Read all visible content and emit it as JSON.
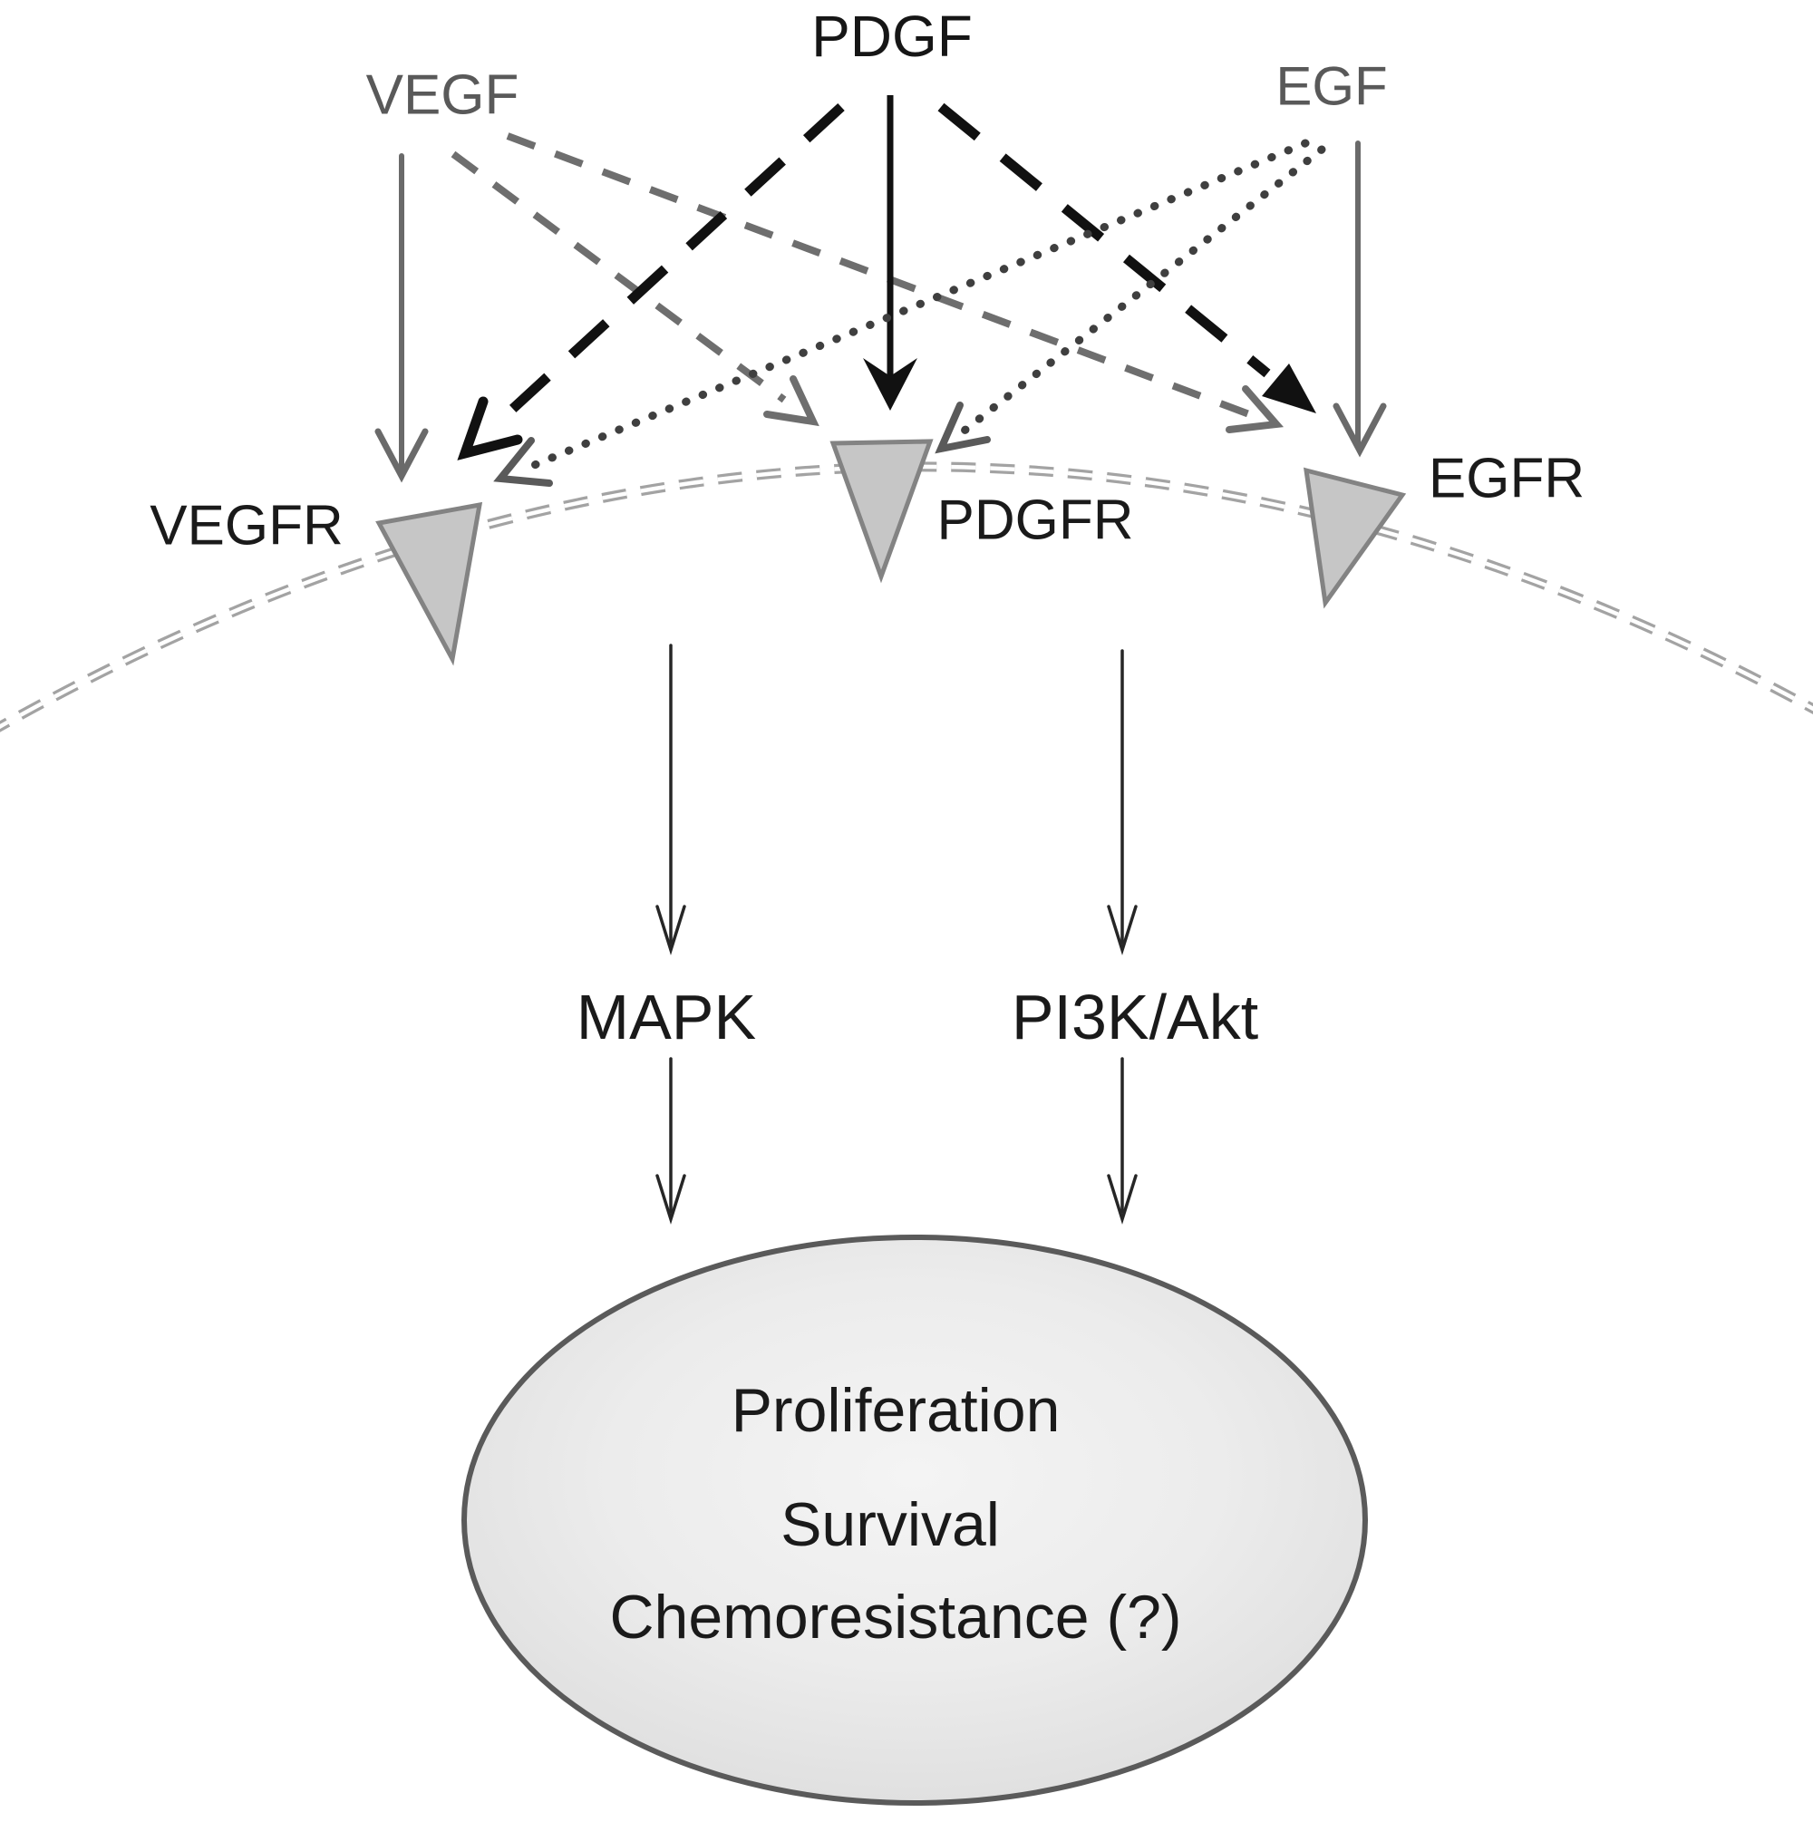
{
  "diagram": {
    "ligands": {
      "vegf": {
        "label": "VEGF",
        "color": "#595959"
      },
      "pdgf": {
        "label": "PDGF",
        "color": "#161616"
      },
      "egf": {
        "label": "EGF",
        "color": "#595959"
      }
    },
    "receptors": {
      "vegfr": {
        "label": "VEGFR"
      },
      "pdgfr": {
        "label": "PDGFR"
      },
      "egfr": {
        "label": "EGFR"
      }
    },
    "pathways": {
      "mapk": {
        "label": "MAPK"
      },
      "pi3k": {
        "label": "PI3K/Akt"
      }
    },
    "outcomes": {
      "line1": "Proliferation",
      "line2": "Survival",
      "line3": "Chemoresistance (?)"
    },
    "edges": [
      {
        "from": "VEGF",
        "to": "VEGFR",
        "style": "solid",
        "color": "gray"
      },
      {
        "from": "VEGF",
        "to": "PDGFR",
        "style": "dashed",
        "color": "gray"
      },
      {
        "from": "VEGF",
        "to": "EGFR",
        "style": "dashed",
        "color": "gray"
      },
      {
        "from": "PDGF",
        "to": "VEGFR",
        "style": "long-dash",
        "color": "black"
      },
      {
        "from": "PDGF",
        "to": "PDGFR",
        "style": "solid",
        "color": "black"
      },
      {
        "from": "PDGF",
        "to": "EGFR",
        "style": "long-dash",
        "color": "black"
      },
      {
        "from": "EGF",
        "to": "VEGFR",
        "style": "dotted",
        "color": "dark-gray"
      },
      {
        "from": "EGF",
        "to": "PDGFR",
        "style": "dotted",
        "color": "dark-gray"
      },
      {
        "from": "EGF",
        "to": "EGFR",
        "style": "solid",
        "color": "gray"
      },
      {
        "from": "receptors",
        "to": "MAPK",
        "style": "solid-thin",
        "color": "black"
      },
      {
        "from": "receptors",
        "to": "PI3K/Akt",
        "style": "solid-thin",
        "color": "black"
      },
      {
        "from": "MAPK",
        "to": "outcomes",
        "style": "solid-thin",
        "color": "black"
      },
      {
        "from": "PI3K/Akt",
        "to": "outcomes",
        "style": "solid-thin",
        "color": "black"
      }
    ],
    "colors": {
      "gray_arrow": "#6a6a6a",
      "gray_dash": "#6e6e6e",
      "dark_dot": "#3f3f3f",
      "black_arrow": "#111111",
      "signal_arrow": "#262626",
      "membrane": "#a3a3a3",
      "receptor_fill": "#c6c6c6",
      "receptor_stroke": "#838383",
      "ellipse_stroke": "#5a5a5a",
      "text_black": "#1a1a1a",
      "text_gray": "#595959",
      "background": "#ffffff"
    }
  }
}
